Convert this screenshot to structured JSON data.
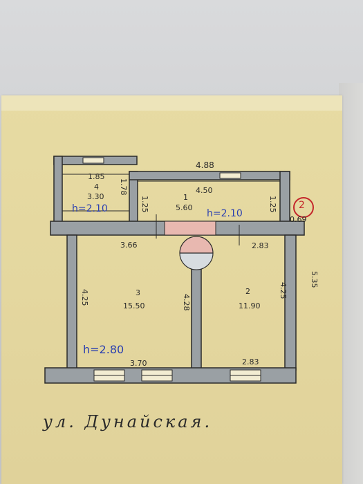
{
  "colors": {
    "wall": "#9aa0a4",
    "ink": "#2a2a2a",
    "blue_ink": "#2a3fb0",
    "red_ink": "#c4262b",
    "door_pink": "#e8b8b0"
  },
  "plan": {
    "overall_width": "4.88",
    "rooms": [
      {
        "number": "4",
        "area": "3.30",
        "width": "1.85",
        "depth": "1.78"
      },
      {
        "number": "1",
        "area": "5.60",
        "width": "4.50",
        "depth_left": "1.25",
        "depth_right": "1.25"
      },
      {
        "number": "3",
        "area": "15.50",
        "top_width": "3.66",
        "bottom_width": "3.70",
        "height_left": "4.25",
        "height_right": "4.28"
      },
      {
        "number": "2",
        "area": "11.90",
        "top_width": "2.83",
        "bottom_width": "2.83",
        "height_left": "4.25"
      }
    ],
    "right_outer_height": "5.35",
    "wall_thickness": "0.69",
    "ceiling_heights": {
      "upper_left": "h=2.10",
      "upper_right": "h=2.10",
      "lower": "h=2.80"
    },
    "marker": "2"
  },
  "street": "ул. Дунайская."
}
